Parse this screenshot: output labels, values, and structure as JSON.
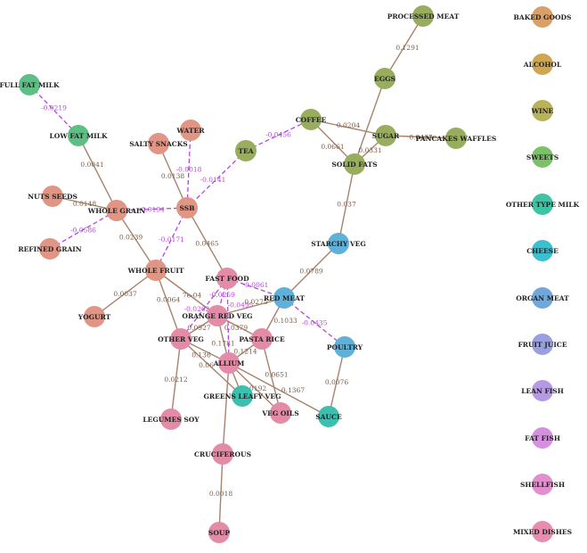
{
  "colors": {
    "positive_edge": "#a8826a",
    "negative_edge": "#b744e0",
    "positive_label": "#7a5a46",
    "negative_label": "#b744e0"
  },
  "nodes": [
    {
      "id": "processed_meat",
      "label": "PROCESSED MEAT",
      "color": "#98ad5e"
    },
    {
      "id": "eggs",
      "label": "EGGS",
      "color": "#98ad5e"
    },
    {
      "id": "coffee",
      "label": "COFFEE",
      "color": "#98ad5e"
    },
    {
      "id": "sugar",
      "label": "SUGAR",
      "color": "#98ad5e"
    },
    {
      "id": "pancakes",
      "label": "PANCAKES WAFFLES",
      "color": "#98ad5e"
    },
    {
      "id": "solid_fats",
      "label": "SOLID FATS",
      "color": "#98ad5e"
    },
    {
      "id": "tea",
      "label": "TEA",
      "color": "#98ad5e"
    },
    {
      "id": "full_fat_milk",
      "label": "FULL FAT MILK",
      "color": "#5dbf85"
    },
    {
      "id": "low_fat_milk",
      "label": "LOW FAT MILK",
      "color": "#5dbf85"
    },
    {
      "id": "water",
      "label": "WATER",
      "color": "#e09585"
    },
    {
      "id": "salty_snacks",
      "label": "SALTY SNACKS",
      "color": "#e09585"
    },
    {
      "id": "nuts_seeds",
      "label": "NUTS SEEDS",
      "color": "#e09585"
    },
    {
      "id": "whole_grain",
      "label": "WHOLE GRAIN",
      "color": "#e09585"
    },
    {
      "id": "ssb",
      "label": "SSB",
      "color": "#e09585"
    },
    {
      "id": "refined_grain",
      "label": "REFINED GRAIN",
      "color": "#e09585"
    },
    {
      "id": "whole_fruit",
      "label": "WHOLE FRUIT",
      "color": "#e09585"
    },
    {
      "id": "yogurt",
      "label": "YOGURT",
      "color": "#e09585"
    },
    {
      "id": "starchy_veg",
      "label": "STARCHY VEG",
      "color": "#5fb1d9"
    },
    {
      "id": "red_meat",
      "label": "RED MEAT",
      "color": "#5fb1d9"
    },
    {
      "id": "poultry",
      "label": "POULTRY",
      "color": "#5fb1d9"
    },
    {
      "id": "fast_food",
      "label": "FAST FOOD",
      "color": "#e48ba8"
    },
    {
      "id": "orange_red_veg",
      "label": "ORANGE RED VEG",
      "color": "#e48ba8"
    },
    {
      "id": "other_veg",
      "label": "OTHER VEG",
      "color": "#e48ba8"
    },
    {
      "id": "pasta_rice",
      "label": "PASTA RICE",
      "color": "#e48ba8"
    },
    {
      "id": "allium",
      "label": "ALLIUM",
      "color": "#e48ba8"
    },
    {
      "id": "greens",
      "label": "GREENS LEAFY VEG",
      "color": "#3cbfae"
    },
    {
      "id": "legumes_soy",
      "label": "LEGUMES SOY",
      "color": "#e48ba8"
    },
    {
      "id": "veg_oils",
      "label": "VEG OILS",
      "color": "#e48ba8"
    },
    {
      "id": "sauce",
      "label": "SAUCE",
      "color": "#3cbfae"
    },
    {
      "id": "cruciferous",
      "label": "CRUCIFEROUS",
      "color": "#e48ba8"
    },
    {
      "id": "soup",
      "label": "SOUP",
      "color": "#e48ba8"
    },
    {
      "id": "baked_goods",
      "label": "BAKED GOODS",
      "color": "#d9a06a"
    },
    {
      "id": "alcohol",
      "label": "ALCOHOL",
      "color": "#cfa752"
    },
    {
      "id": "wine",
      "label": "WINE",
      "color": "#b8b35a"
    },
    {
      "id": "sweets",
      "label": "SWEETS",
      "color": "#7cc16a"
    },
    {
      "id": "other_type_milk",
      "label": "OTHER TYPE MILK",
      "color": "#3ec3a5"
    },
    {
      "id": "cheese",
      "label": "CHEESE",
      "color": "#3cbfcf"
    },
    {
      "id": "organ_meat",
      "label": "ORGAN MEAT",
      "color": "#72a8d9"
    },
    {
      "id": "fruit_juice",
      "label": "FRUIT JUICE",
      "color": "#9a9fe0"
    },
    {
      "id": "lean_fish",
      "label": "LEAN FISH",
      "color": "#b59ae3"
    },
    {
      "id": "fat_fish",
      "label": "FAT FISH",
      "color": "#d590e0"
    },
    {
      "id": "shellfish",
      "label": "SHELLFISH",
      "color": "#e38fcf"
    },
    {
      "id": "mixed_dishes",
      "label": "MIXED DISHES",
      "color": "#e88daf"
    }
  ],
  "edges": [
    {
      "source": "processed_meat",
      "target": "eggs",
      "label": "0.1291",
      "sign": "positive"
    },
    {
      "source": "eggs",
      "target": "solid_fats",
      "label": "",
      "sign": "positive"
    },
    {
      "source": "coffee",
      "target": "sugar",
      "label": "0.0204",
      "sign": "positive"
    },
    {
      "source": "coffee",
      "target": "solid_fats",
      "label": "0.0661",
      "sign": "positive"
    },
    {
      "source": "sugar",
      "target": "pancakes",
      "label": "0.0407",
      "sign": "positive"
    },
    {
      "source": "sugar",
      "target": "solid_fats",
      "label": "0.0331",
      "sign": "positive"
    },
    {
      "source": "tea",
      "target": "coffee",
      "label": "-0.0456",
      "sign": "negative"
    },
    {
      "source": "solid_fats",
      "target": "starchy_veg",
      "label": "0.037",
      "sign": "positive"
    },
    {
      "source": "starchy_veg",
      "target": "red_meat",
      "label": "0.0789",
      "sign": "positive"
    },
    {
      "source": "full_fat_milk",
      "target": "low_fat_milk",
      "label": "-0.0219",
      "sign": "negative"
    },
    {
      "source": "low_fat_milk",
      "target": "whole_grain",
      "label": "0.0041",
      "sign": "positive"
    },
    {
      "source": "nuts_seeds",
      "target": "whole_grain",
      "label": "0.0148",
      "sign": "positive"
    },
    {
      "source": "refined_grain",
      "target": "whole_grain",
      "label": "-0.0586",
      "sign": "negative"
    },
    {
      "source": "whole_grain",
      "target": "ssb",
      "label": "-0.0194",
      "sign": "negative"
    },
    {
      "source": "whole_grain",
      "target": "whole_fruit",
      "label": "0.0239",
      "sign": "positive"
    },
    {
      "source": "salty_snacks",
      "target": "ssb",
      "label": "0.0138",
      "sign": "positive"
    },
    {
      "source": "water",
      "target": "ssb",
      "label": "-0.0018",
      "sign": "negative"
    },
    {
      "source": "tea",
      "target": "ssb",
      "label": "-0.0141",
      "sign": "negative"
    },
    {
      "source": "ssb",
      "target": "whole_fruit",
      "label": "-0.0171",
      "sign": "negative"
    },
    {
      "source": "ssb",
      "target": "fast_food",
      "label": "0.0465",
      "sign": "positive"
    },
    {
      "source": "whole_fruit",
      "target": "yogurt",
      "label": "0.0037",
      "sign": "positive"
    },
    {
      "source": "whole_fruit",
      "target": "other_veg",
      "label": "0.0064",
      "sign": "positive"
    },
    {
      "source": "whole_fruit",
      "target": "orange_red_veg",
      "label": "7e-04",
      "sign": "positive"
    },
    {
      "source": "fast_food",
      "target": "red_meat",
      "label": "-0.0061",
      "sign": "negative"
    },
    {
      "source": "fast_food",
      "target": "orange_red_veg",
      "label": "-0.0259",
      "sign": "negative"
    },
    {
      "source": "fast_food",
      "target": "other_veg",
      "label": "-0.0262",
      "sign": "negative"
    },
    {
      "source": "fast_food",
      "target": "allium",
      "label": "-0.0495",
      "sign": "negative"
    },
    {
      "source": "red_meat",
      "target": "orange_red_veg",
      "label": "0.0275",
      "sign": "positive"
    },
    {
      "source": "red_meat",
      "target": "pasta_rice",
      "label": "0.1033",
      "sign": "positive"
    },
    {
      "source": "red_meat",
      "target": "poultry",
      "label": "-0.0435",
      "sign": "negative"
    },
    {
      "source": "poultry",
      "target": "sauce",
      "label": "0.0076",
      "sign": "positive"
    },
    {
      "source": "orange_red_veg",
      "target": "other_veg",
      "label": "0.0927",
      "sign": "positive"
    },
    {
      "source": "orange_red_veg",
      "target": "allium",
      "label": "0.1781",
      "sign": "positive"
    },
    {
      "source": "orange_red_veg",
      "target": "pasta_rice",
      "label": "0.0379",
      "sign": "positive"
    },
    {
      "source": "other_veg",
      "target": "allium",
      "label": "0.136",
      "sign": "positive"
    },
    {
      "source": "other_veg",
      "target": "legumes_soy",
      "label": "0.0212",
      "sign": "positive"
    },
    {
      "source": "other_veg",
      "target": "greens",
      "label": "0.06",
      "sign": "positive"
    },
    {
      "source": "pasta_rice",
      "target": "allium",
      "label": "0.1214",
      "sign": "positive"
    },
    {
      "source": "pasta_rice",
      "target": "veg_oils",
      "label": "0.0651",
      "sign": "positive"
    },
    {
      "source": "allium",
      "target": "veg_oils",
      "label": "0.0192",
      "sign": "positive"
    },
    {
      "source": "allium",
      "target": "greens",
      "label": "",
      "sign": "positive"
    },
    {
      "source": "allium",
      "target": "sauce",
      "label": "0.1367",
      "sign": "positive"
    },
    {
      "source": "allium",
      "target": "cruciferous",
      "label": "",
      "sign": "positive"
    },
    {
      "source": "cruciferous",
      "target": "soup",
      "label": "0.0018",
      "sign": "positive"
    }
  ]
}
